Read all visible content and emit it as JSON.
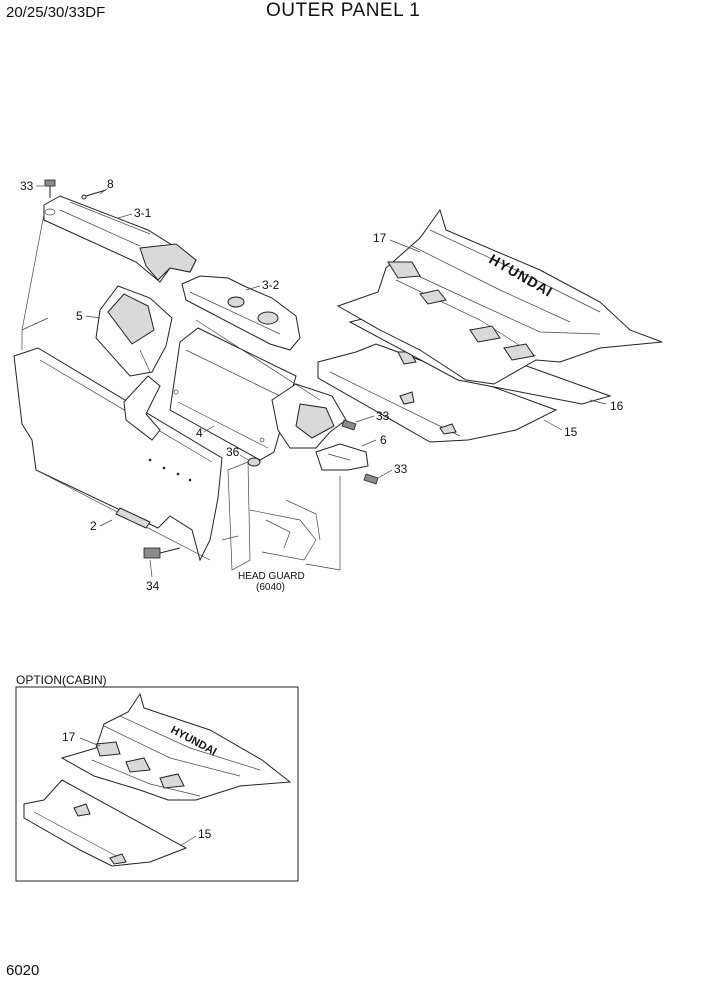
{
  "header": {
    "model": "20/25/30/33DF",
    "title": "OUTER PANEL 1"
  },
  "page_number": "6020",
  "option_label": "OPTION(CABIN)",
  "callouts": {
    "c33a": "33",
    "c8": "8",
    "c3_1": "3-1",
    "c3_2": "3-2",
    "c5": "5",
    "c4": "4",
    "c36": "36",
    "c2": "2",
    "c34": "34",
    "c33b": "33",
    "c6": "6",
    "c33c": "33",
    "c17": "17",
    "c16": "16",
    "c15": "15",
    "opt17": "17",
    "opt15": "15"
  },
  "reference": {
    "name": "HEAD GUARD",
    "code": "(6040)"
  },
  "floor_mat_logo": "HYUNDAI"
}
